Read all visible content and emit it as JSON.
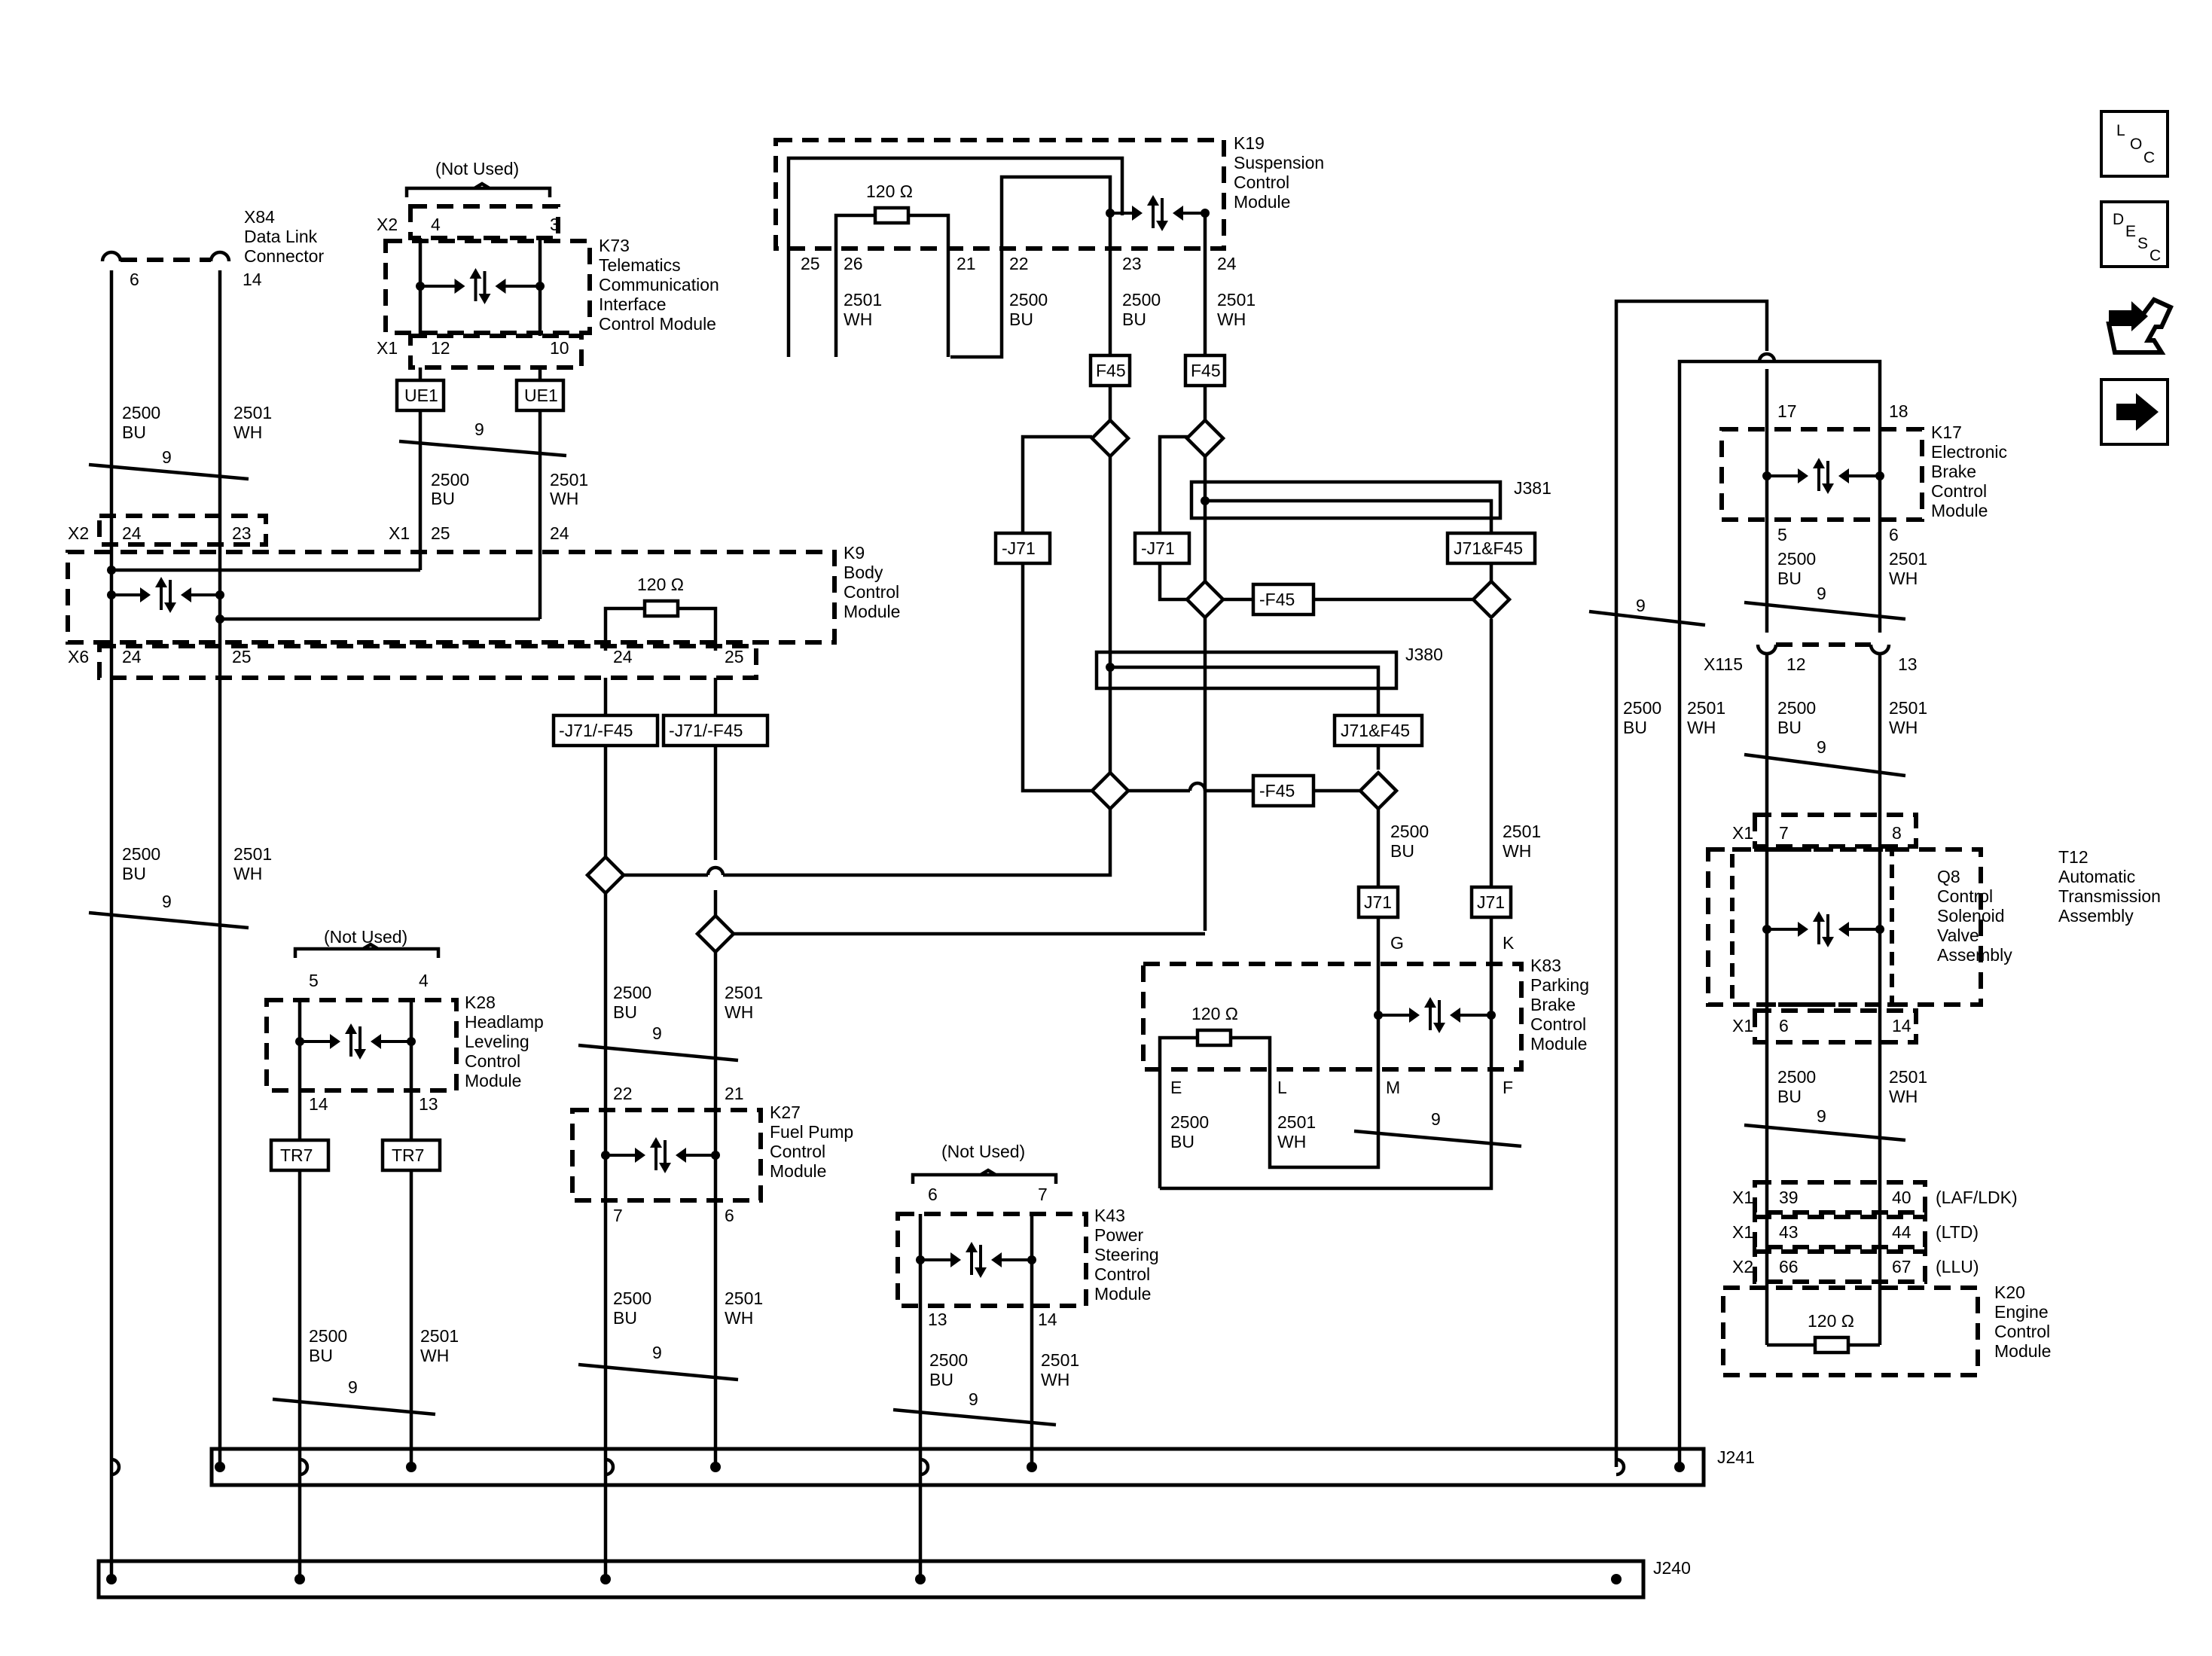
{
  "modules": {
    "x84": {
      "id": "X84",
      "name": [
        "Data Link",
        "Connector"
      ],
      "pins": [
        "6",
        "14"
      ]
    },
    "k73": {
      "id": "K73",
      "name": [
        "Telematics",
        "Communication",
        "Interface",
        "Control Module"
      ],
      "pins_top": [
        "4",
        "3"
      ],
      "pins_bottom": [
        "12",
        "10"
      ],
      "conn_top": "X2",
      "conn_bottom": "X1",
      "note": "(Not Used)"
    },
    "k9": {
      "id": "K9",
      "name": [
        "Body",
        "Control",
        "Module"
      ],
      "top_pins": [
        "24",
        "23",
        "25",
        "24"
      ],
      "bottom_pins": [
        "24",
        "25"
      ],
      "conn_x2": "X2",
      "conn_x1": "X1",
      "conn_x6": "X6"
    },
    "k19": {
      "id": "K19",
      "name": [
        "Suspension",
        "Control",
        "Module"
      ],
      "pins": [
        "25",
        "26",
        "21",
        "22",
        "23",
        "24"
      ],
      "resistor": "120 Ω"
    },
    "k28": {
      "id": "K28",
      "name": [
        "Headlamp",
        "Leveling",
        "Control",
        "Module"
      ],
      "pins_top": [
        "5",
        "4"
      ],
      "pins_bottom": [
        "14",
        "13"
      ],
      "note": "(Not Used)"
    },
    "k27": {
      "id": "K27",
      "name": [
        "Fuel Pump",
        "Control",
        "Module"
      ],
      "pins_top": [
        "22",
        "21"
      ],
      "pins_bottom": [
        "7",
        "6"
      ]
    },
    "k43": {
      "id": "K43",
      "name": [
        "Power",
        "Steering",
        "Control",
        "Module"
      ],
      "pins_top": [
        "6",
        "7"
      ],
      "pins_bottom": [
        "13",
        "14"
      ],
      "note": "(Not Used)"
    },
    "k83": {
      "id": "K83",
      "name": [
        "Parking",
        "Brake",
        "Control",
        "Module"
      ],
      "pins": [
        "E",
        "L",
        "M",
        "F",
        "G",
        "K"
      ],
      "resistor": "120 Ω"
    },
    "k17": {
      "id": "K17",
      "name": [
        "Electronic",
        "Brake",
        "Control",
        "Module"
      ],
      "pins_top": [
        "17",
        "18"
      ],
      "pins_bottom": [
        "5",
        "6"
      ]
    },
    "x115": {
      "id": "X115",
      "pins": [
        "12",
        "13"
      ]
    },
    "q8": {
      "id": "Q8",
      "name": [
        "Control",
        "Solenoid",
        "Valve",
        "Assembly"
      ],
      "pins_top": [
        "7",
        "8"
      ],
      "pins_bottom": [
        "6",
        "14"
      ],
      "conn": "X1"
    },
    "t12": {
      "id": "T12",
      "name": [
        "Automatic",
        "Transmission",
        "Assembly"
      ]
    },
    "k20": {
      "id": "K20",
      "name": [
        "Engine",
        "Control",
        "Module"
      ],
      "rows": [
        {
          "conn": "X1",
          "a": "39",
          "b": "40",
          "opt": "(LAF/LDK)"
        },
        {
          "conn": "X1",
          "a": "43",
          "b": "44",
          "opt": "(LTD)"
        },
        {
          "conn": "X2",
          "a": "66",
          "b": "67",
          "opt": "(LLU)"
        }
      ],
      "resistor": "120 Ω"
    }
  },
  "wires": {
    "bu_circuit": "2500",
    "bu_color": "BU",
    "wh_circuit": "2501",
    "wh_color": "WH",
    "twist": "9"
  },
  "tags": {
    "ue1": "UE1",
    "f45": "F45",
    "j71": "J71",
    "nj71": "-J71",
    "nf45": "-F45",
    "j71f45": "J71&F45",
    "nj71nf45": "-J71/-F45",
    "tr7": "TR7"
  },
  "splices": {
    "j241": "J241",
    "j240": "J240",
    "j380": "J380",
    "j381": "J381"
  },
  "side_icons": {
    "loc": [
      "L",
      "O",
      "C"
    ],
    "desc": [
      "D",
      "E",
      "S",
      "C"
    ],
    "icons": [
      "loc-icon",
      "desc-icon",
      "connector-icon",
      "next-arrow-icon"
    ]
  }
}
